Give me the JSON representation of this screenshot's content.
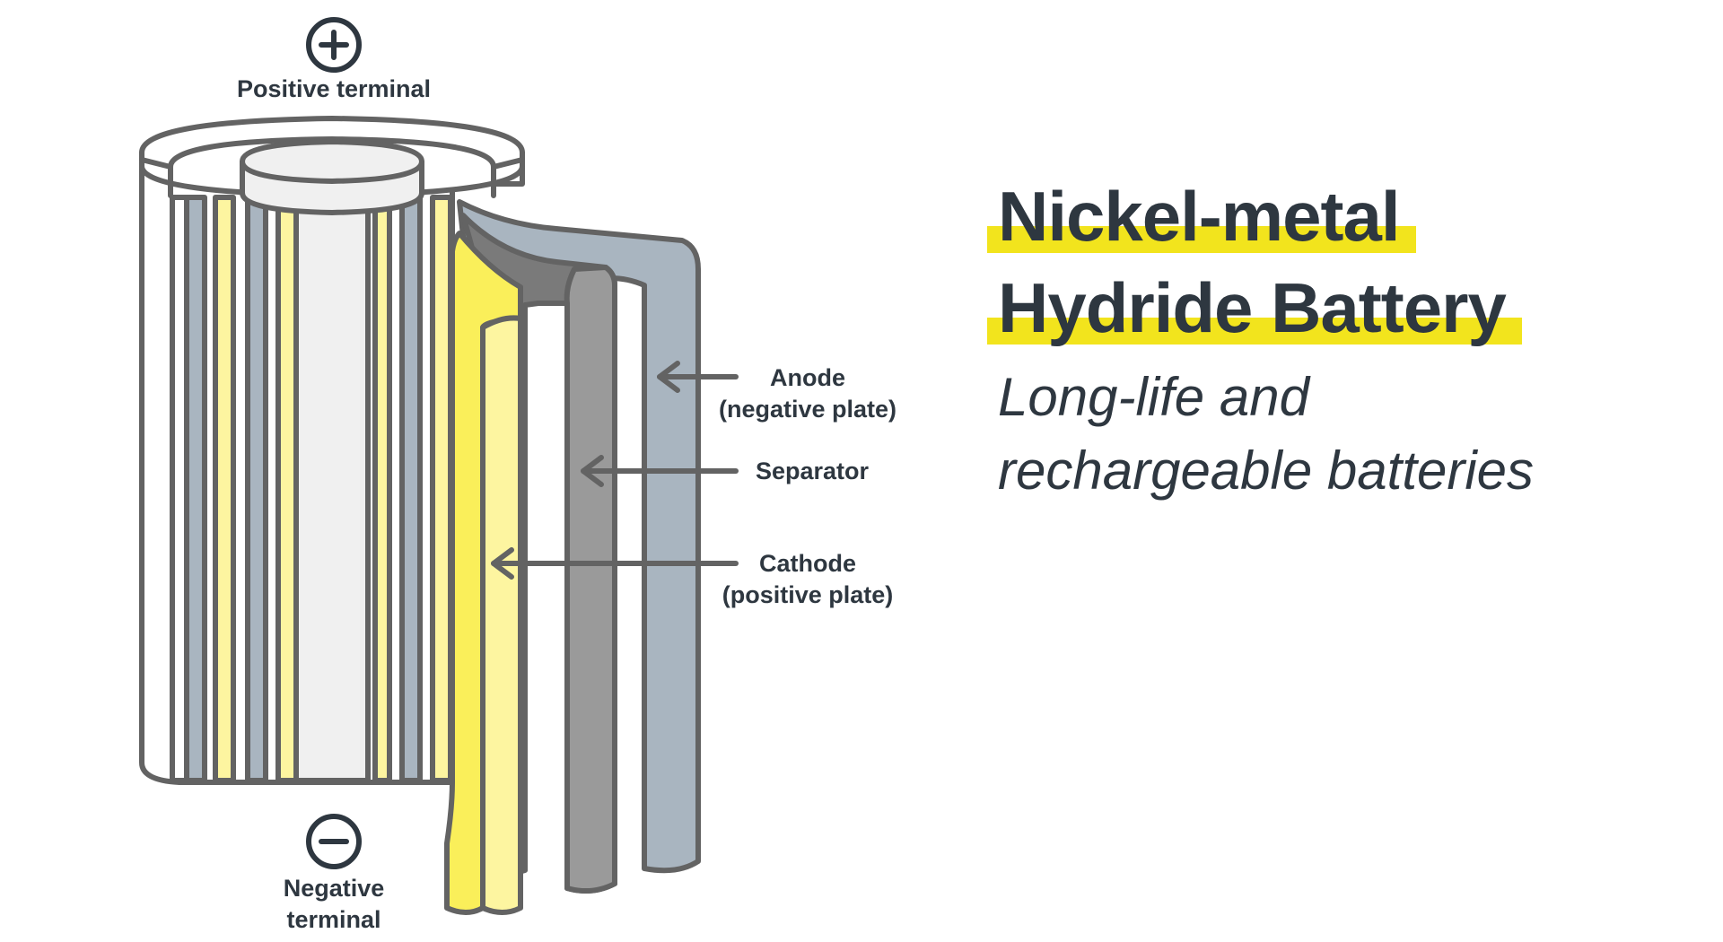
{
  "title": {
    "line1": "Nickel-metal",
    "line2": "Hydride Battery",
    "highlight_color": "#f2e41d"
  },
  "subtitle": {
    "line1": "Long-life and",
    "line2": "rechargeable batteries"
  },
  "labels": {
    "positive_terminal": "Positive terminal",
    "negative_terminal_line1": "Negative",
    "negative_terminal_line2": "terminal",
    "anode_line1": "Anode",
    "anode_line2": "(negative plate)",
    "separator": "Separator",
    "cathode_line1": "Cathode",
    "cathode_line2": "(positive plate)"
  },
  "icons": {
    "positive": "plus-circle-icon",
    "negative": "minus-circle-icon"
  },
  "colors": {
    "outline": "#636363",
    "text": "#2e3740",
    "cathode": "#fdf5a0",
    "cathode_dark": "#faef5a",
    "separator": "#9a9a9a",
    "separator_dark": "#7a7a7a",
    "anode": "#a9b5c0",
    "casing": "#ffffff",
    "core": "#f0f0f0"
  }
}
